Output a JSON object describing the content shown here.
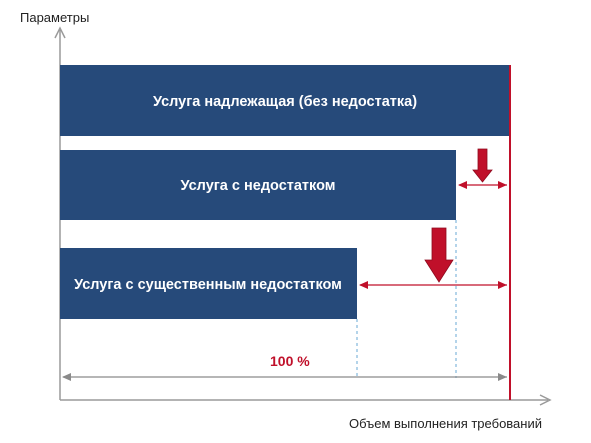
{
  "axes": {
    "y_label": "Параметры",
    "x_label": "Объем выполнения требований"
  },
  "bars": [
    {
      "label": "Услуга надлежащая (без недостатка)"
    },
    {
      "label": "Услуга с недостатком"
    },
    {
      "label": "Услуга с существенным недостатком"
    }
  ],
  "full_scale": {
    "label": "100 %"
  },
  "colors": {
    "bar": "#264a7a",
    "accent": "#c0102a",
    "axis": "#9a9a9a",
    "guide": "#6aaad4"
  }
}
